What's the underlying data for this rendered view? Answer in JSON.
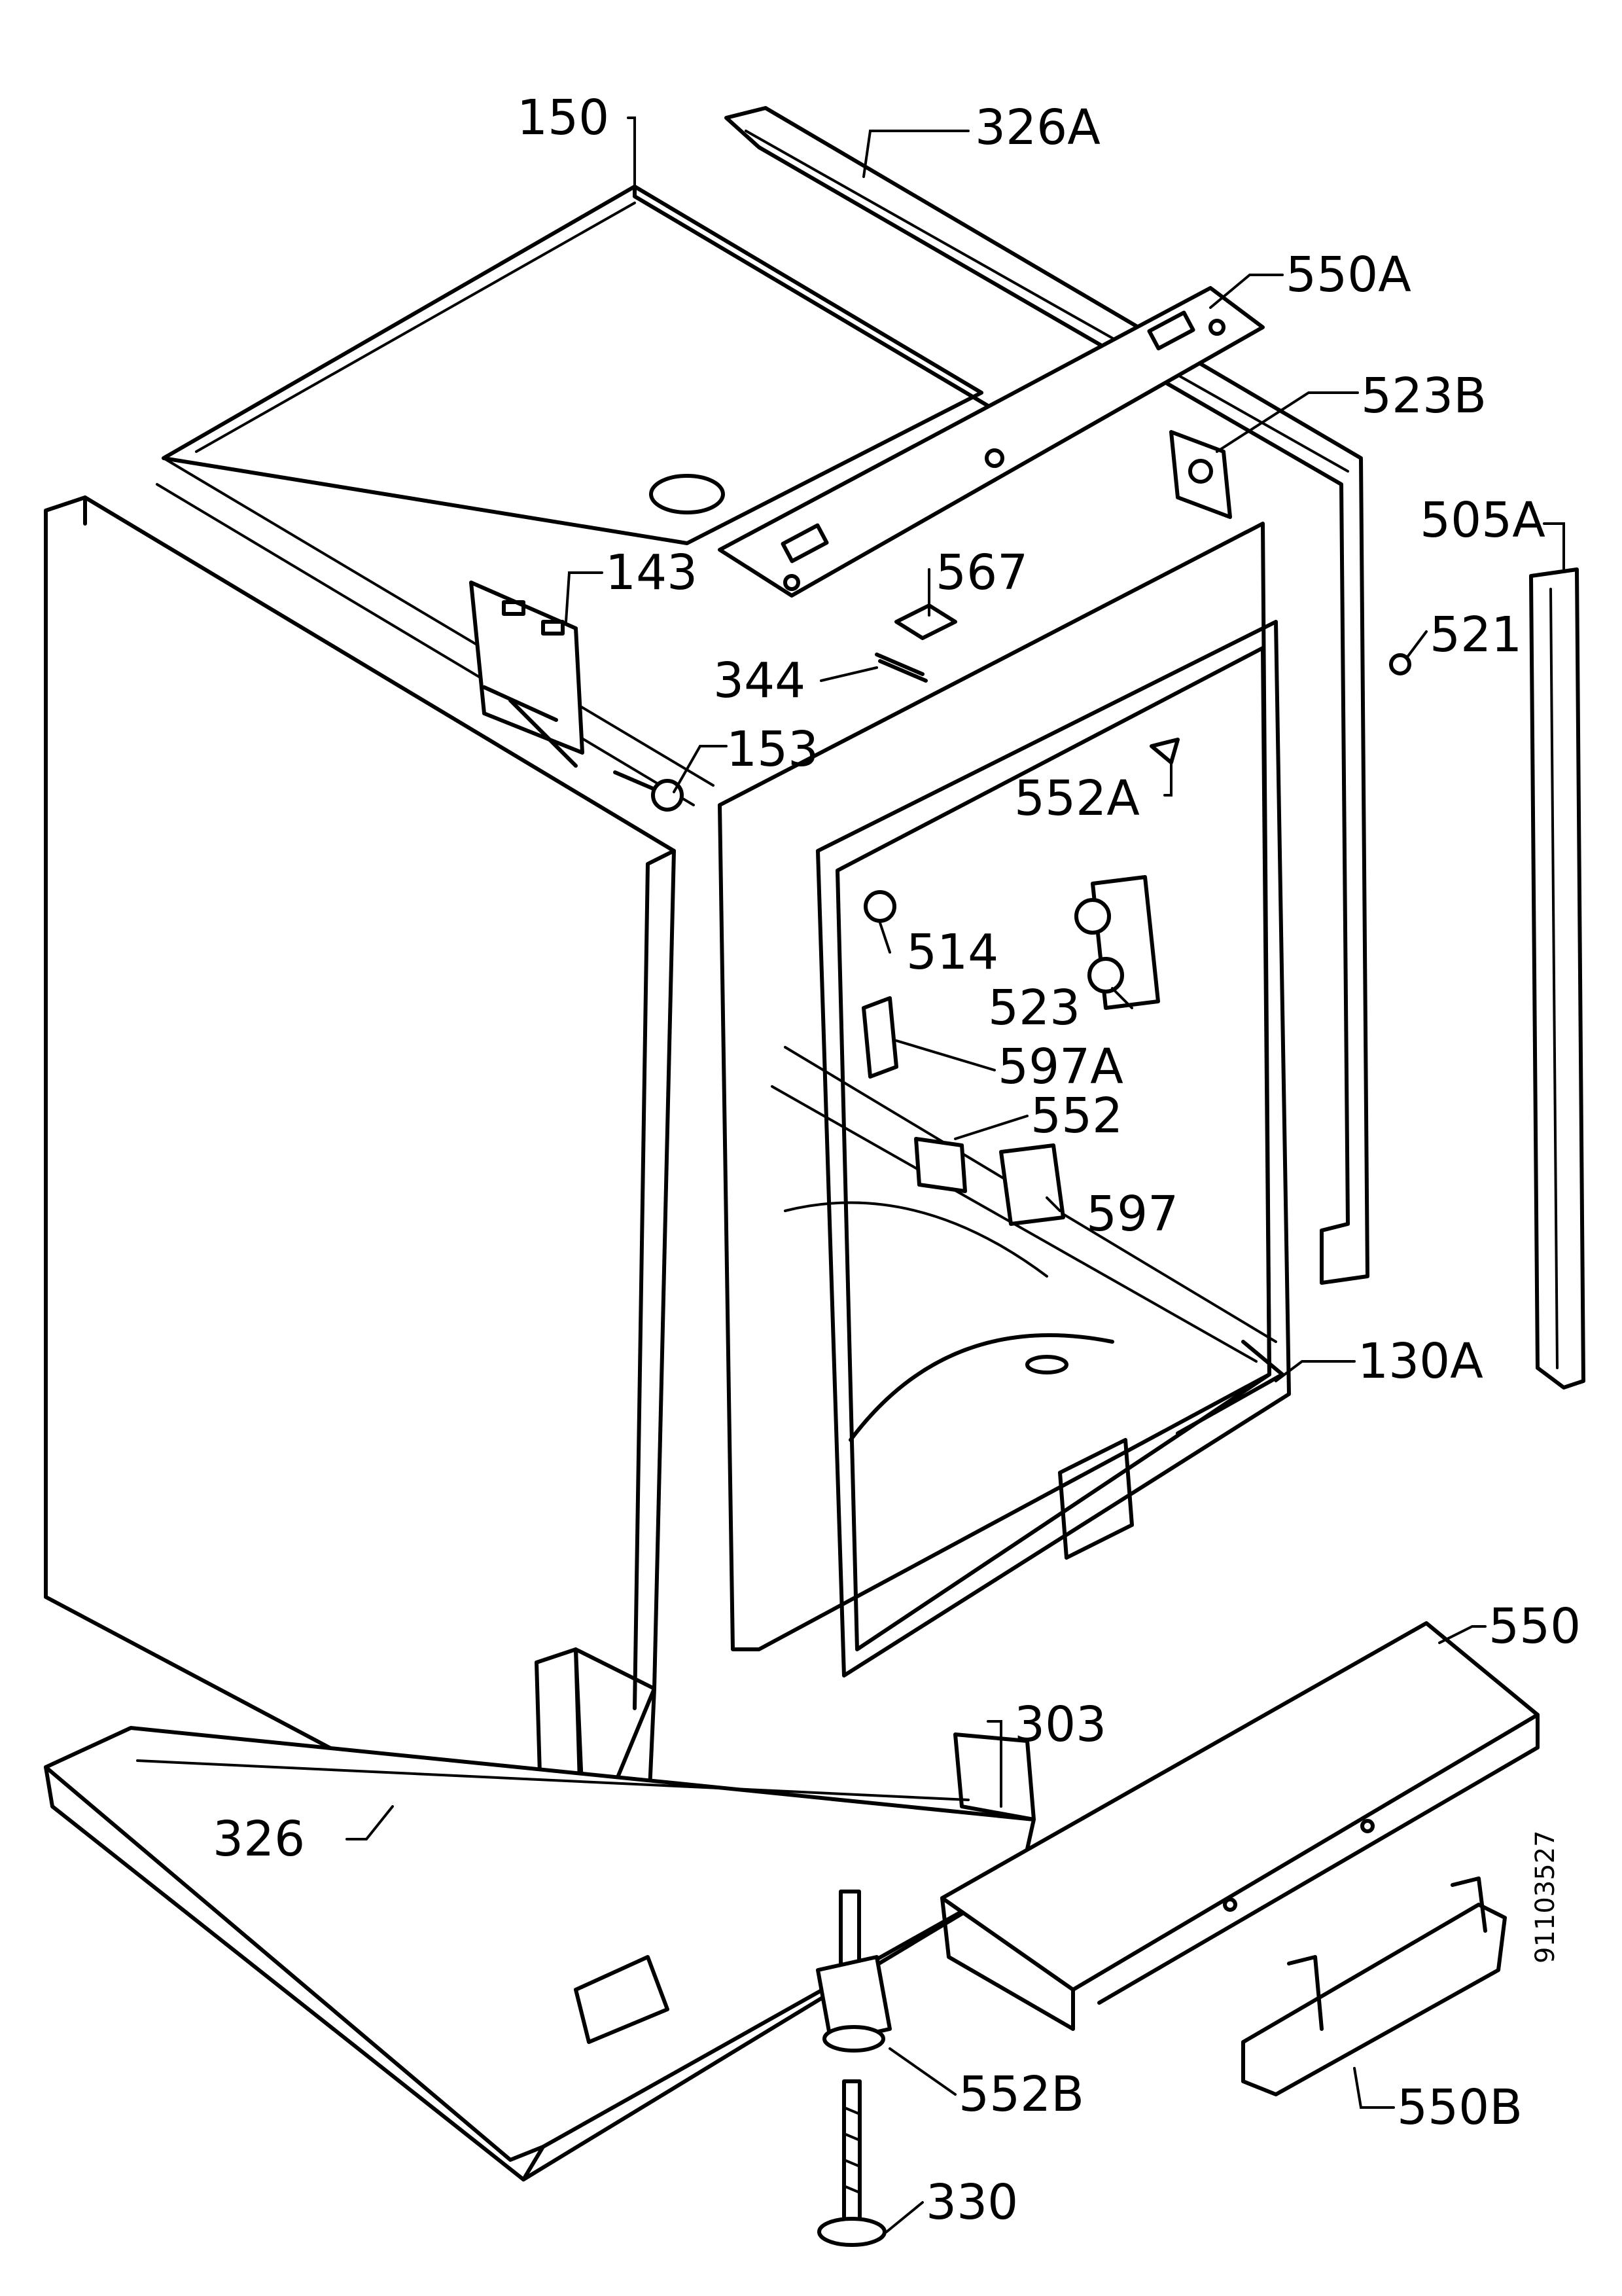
{
  "drawing_number": "91103527",
  "labels": {
    "l150": "150",
    "l326A": "326A",
    "l550A": "550A",
    "l523B": "523B",
    "l505A": "505A",
    "l143": "143",
    "l567": "567",
    "l521": "521",
    "l344": "344",
    "l153": "153",
    "l552A": "552A",
    "l514": "514",
    "l523": "523",
    "l597A": "597A",
    "l552": "552",
    "l597": "597",
    "l130A": "130A",
    "l550": "550",
    "l303": "303",
    "l326": "326",
    "l552B": "552B",
    "l550B": "550B",
    "l330": "330"
  }
}
